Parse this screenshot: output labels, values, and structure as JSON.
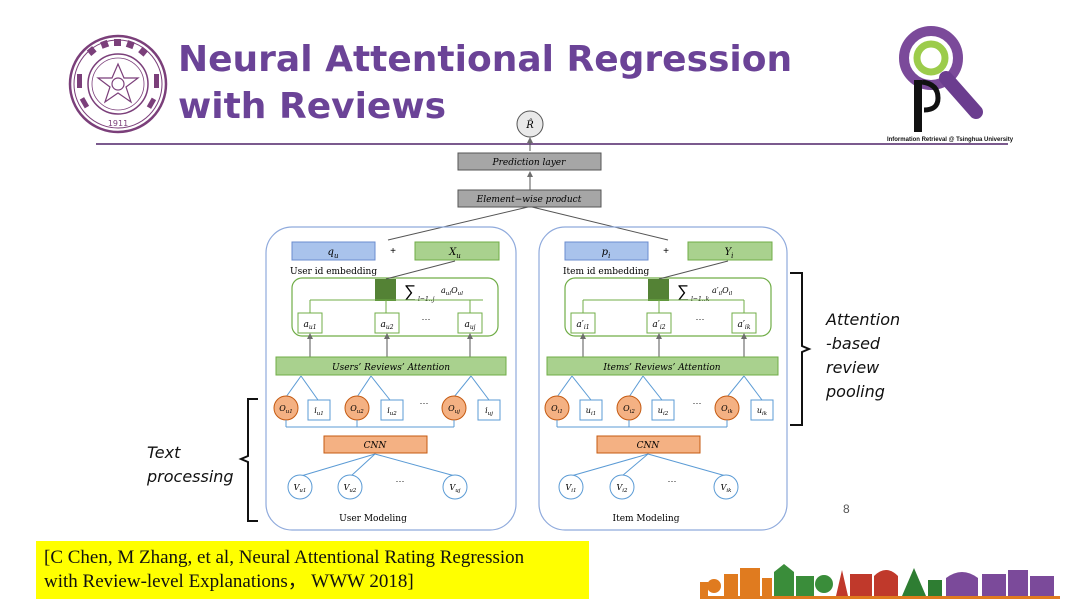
{
  "slide": {
    "title_lines": [
      "Neural Attentional Regression",
      "with Reviews"
    ],
    "page_number": "8",
    "colors": {
      "title": "#6b4397",
      "accent_purple": "#7b5a8e",
      "blue_box": "#a9c3ec",
      "green_box": "#a9d18e",
      "orange_box": "#f4b183",
      "dark_green": "#548235",
      "gray_box": "#a6a6a6",
      "highlight": "#ffff00"
    }
  },
  "logos": {
    "university_seal": {
      "icon": "tsinghua-seal-icon",
      "year": "1911"
    },
    "lab_logo": {
      "icon": "ir-magnifier-logo-icon",
      "caption": "Information Retrieval @ Tsinghua University"
    }
  },
  "diagram": {
    "output_node": "R̂",
    "prediction_layer": "Prediction layer",
    "elementwise_product": "Element−wise product",
    "plus": "+",
    "ellipsis": "···",
    "user": {
      "id_embedding": "q",
      "id_embedding_sub": "u",
      "x_vector": "X",
      "x_vector_sub": "u",
      "id_embedding_label": "User id embedding",
      "sum_prefix": "∑",
      "sum_range": "l=1..j",
      "sum_term": "a",
      "sum_term_sub": "ul",
      "sum_term2": "O",
      "sum_term2_sub": "ul",
      "attention_weights": [
        {
          "base": "a",
          "sub": "u1"
        },
        {
          "base": "a",
          "sub": "u2"
        },
        {
          "base": "a",
          "sub": "uj"
        }
      ],
      "attention_layer": "Users’ Reviews’ Attention",
      "review_outputs": [
        {
          "base": "O",
          "sub": "u1"
        },
        {
          "base": "O",
          "sub": "u2"
        },
        {
          "base": "O",
          "sub": "uj"
        }
      ],
      "item_ids": [
        {
          "base": "i",
          "sub": "u1"
        },
        {
          "base": "i",
          "sub": "u2"
        },
        {
          "base": "i",
          "sub": "uj"
        }
      ],
      "cnn": "CNN",
      "review_inputs": [
        {
          "base": "V",
          "sub": "u1"
        },
        {
          "base": "V",
          "sub": "u2"
        },
        {
          "base": "V",
          "sub": "uj"
        }
      ],
      "panel_label": "User Modeling"
    },
    "item": {
      "id_embedding": "p",
      "id_embedding_sub": "i",
      "x_vector": "Y",
      "x_vector_sub": "i",
      "id_embedding_label": "Item id embedding",
      "sum_prefix": "∑",
      "sum_range": "l=1..k",
      "sum_term": "a′",
      "sum_term_sub": "il",
      "sum_term2": "O",
      "sum_term2_sub": "il",
      "attention_weights": [
        {
          "base": "a′",
          "sub": "i1"
        },
        {
          "base": "a′",
          "sub": "i2"
        },
        {
          "base": "a′",
          "sub": "ik"
        }
      ],
      "attention_layer": "Items’ Reviews’ Attention",
      "review_outputs": [
        {
          "base": "O",
          "sub": "i1"
        },
        {
          "base": "O",
          "sub": "i2"
        },
        {
          "base": "O",
          "sub": "ik"
        }
      ],
      "user_ids": [
        {
          "base": "u",
          "sub": "i1"
        },
        {
          "base": "u",
          "sub": "i2"
        },
        {
          "base": "u",
          "sub": "ik"
        }
      ],
      "cnn": "CNN",
      "review_inputs": [
        {
          "base": "V",
          "sub": "i1"
        },
        {
          "base": "V",
          "sub": "i2"
        },
        {
          "base": "V",
          "sub": "ik"
        }
      ],
      "panel_label": "Item Modeling"
    }
  },
  "annotations": {
    "attention_pooling_lines": [
      "Attention",
      "-based",
      "review",
      "pooling"
    ],
    "text_processing_lines": [
      "Text",
      "processing"
    ]
  },
  "citation_lines": [
    "[C Chen, M Zhang, et al, Neural Attentional Rating Regression",
    "with Review-level Explanations， WWW 2018]"
  ],
  "footer": {
    "skyline_icon": "campus-skyline-icon"
  }
}
